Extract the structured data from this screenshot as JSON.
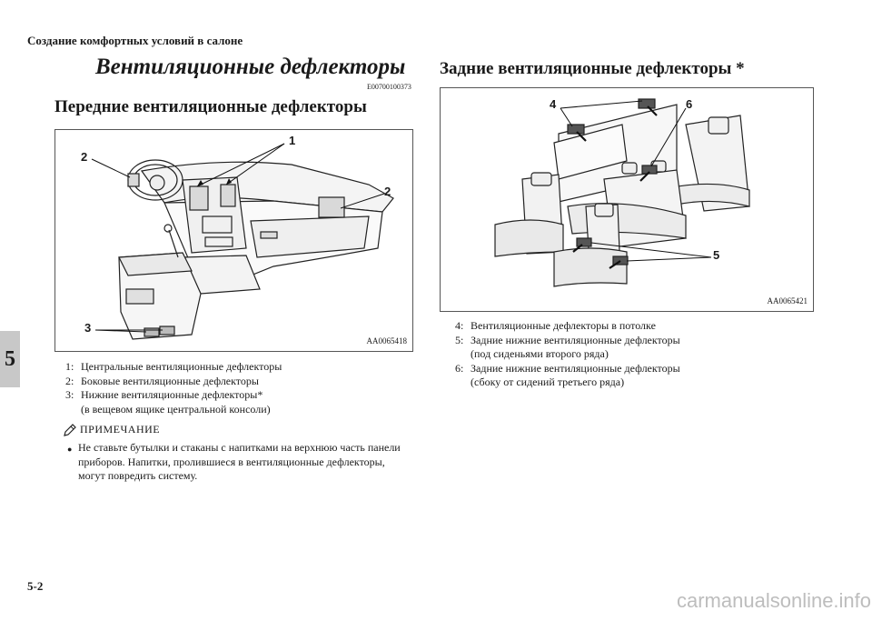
{
  "header": {
    "section_title": "Создание комфортных условий в салоне"
  },
  "chapter_tab": "5",
  "main_title": "Вентиляционные дефлекторы",
  "doc_code": "E00700100373",
  "front": {
    "heading": "Передние вентиляционные дефлекторы",
    "figure_code": "AA0065418",
    "callouts": [
      "1",
      "2",
      "2",
      "3"
    ],
    "items": [
      {
        "num": "1:",
        "text": "Центральные вентиляционные дефлекторы"
      },
      {
        "num": "2:",
        "text": "Боковые вентиляционные дефлекторы"
      },
      {
        "num": "3:",
        "text": "Нижние вентиляционные дефлекторы*"
      },
      {
        "num": "",
        "text": "(в вещевом ящике центральной консоли)"
      }
    ]
  },
  "note": {
    "label": "ПРИМЕЧАНИЕ",
    "icon": "pencil-note-icon",
    "text": "Не ставьте бутылки и стаканы с напитками на верхнюю часть панели приборов. Напитки, пролившиеся в вентиляционные дефлекторы, могут повредить систему."
  },
  "rear": {
    "heading": "Задние вентиляционные дефлекторы *",
    "figure_code": "AA0065421",
    "callouts": [
      "4",
      "6",
      "5"
    ],
    "items": [
      {
        "num": "4:",
        "text": "Вентиляционные дефлекторы в потолке"
      },
      {
        "num": "5:",
        "text": "Задние нижние вентиляционные дефлекторы"
      },
      {
        "num": "",
        "text": "(под сиденьями второго ряда)"
      },
      {
        "num": "6:",
        "text": "Задние нижние вентиляционные дефлекторы"
      },
      {
        "num": "",
        "text": "(сбоку от сидений третьего ряда)"
      }
    ]
  },
  "page_number": "5-2",
  "watermark": "carmanualsonline.info"
}
